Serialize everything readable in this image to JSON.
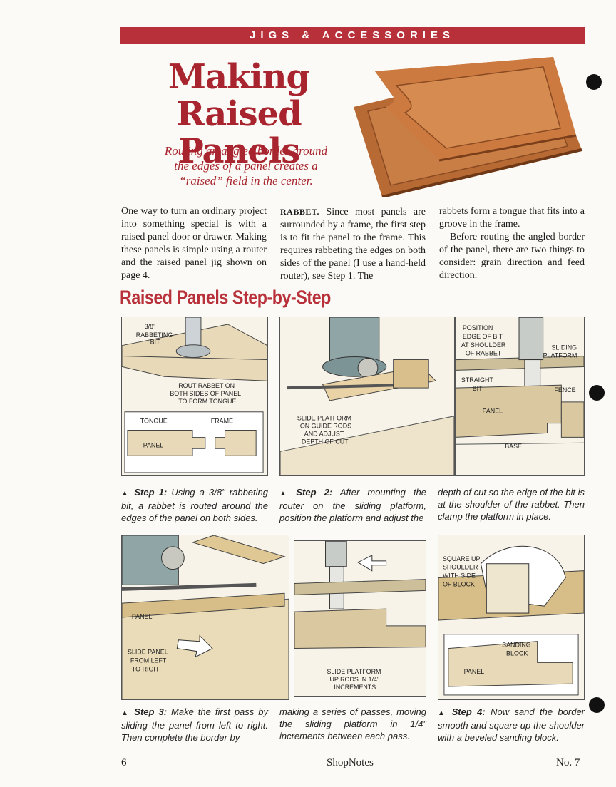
{
  "header": {
    "banner": "JIGS & ACCESSORIES"
  },
  "article": {
    "title_lines": [
      "Making",
      "Raised Panels"
    ],
    "subtitle_lines": [
      "Routing an angled border around",
      "the edges of a panel creates a",
      "“raised” field in the center."
    ],
    "col1": "One way to turn an ordinary project into something special is with a raised panel door or drawer. Making these panels is simple using a router and the raised panel jig shown on page 4.",
    "col2_lead": "RABBET.",
    "col2": " Since most panels are surrounded by a frame, the first step is to fit the panel to the frame. This requires rabbeting the edges on both sides of the panel (I use a hand-held router), see Step 1. The",
    "col3_p1": "rabbets form a tongue that fits into a groove in the frame.",
    "col3_p2": "Before routing the angled border of the panel, there are two things to consider: grain direction and feed direction."
  },
  "section_title": "Raised Panels Step-by-Step",
  "figures": {
    "fig1": {
      "bit": "3/8\"",
      "bit2": "RABBETING",
      "bit3": "BIT",
      "rout1": "ROUT RABBET ON",
      "rout2": "BOTH SIDES OF PANEL",
      "rout3": "TO FORM TONGUE",
      "tongue": "TONGUE",
      "frame": "FRAME",
      "panel": "PANEL"
    },
    "fig2": {
      "l1": "SLIDE PLATFORM",
      "l2": "ON GUIDE RODS",
      "l3": "AND ADJUST",
      "l4": "DEPTH OF CUT"
    },
    "fig3": {
      "p1": "POSITION",
      "p2": "EDGE OF BIT",
      "p3": "AT SHOULDER",
      "p4": "OF RABBET",
      "s1": "SLIDING",
      "s2": "PLATFORM",
      "st1": "STRAIGHT",
      "st2": "BIT",
      "fence": "FENCE",
      "panel": "PANEL",
      "base": "BASE"
    },
    "fig4": {
      "panel": "PANEL",
      "s1": "SLIDE PANEL",
      "s2": "FROM LEFT",
      "s3": "TO RIGHT"
    },
    "fig5": {
      "l1": "SLIDE PLATFORM",
      "l2": "UP RODS IN 1/4\"",
      "l3": "INCREMENTS"
    },
    "fig6": {
      "q1": "SQUARE UP",
      "q2": "SHOULDER",
      "q3": "WITH SIDE",
      "q4": "OF BLOCK",
      "sb1": "SANDING",
      "sb2": "BLOCK",
      "panel": "PANEL"
    }
  },
  "captions": {
    "step1_label": "Step 1:",
    "step1": " Using a 3/8\" rabbeting bit, a rabbet is routed around the edges of the panel on both sides.",
    "step2_label": "Step 2:",
    "step2": " After mounting the router on the sliding platform, position the platform and adjust the",
    "step2_cont": "depth of cut so the edge of the bit is at the shoulder of the rabbet. Then clamp the platform in place.",
    "step3_label": "Step 3:",
    "step3": " Make the first pass by sliding the panel from left to right. Then complete the border by",
    "step3_cont": "making a series of passes, moving the sliding platform in 1/4\" increments between each pass.",
    "step4_label": "Step 4:",
    "step4": " Now sand the border smooth and square up the shoulder with a beveled sanding block."
  },
  "footer": {
    "page": "6",
    "magazine": "ShopNotes",
    "issue": "No. 7"
  },
  "colors": {
    "accent": "#b8313a",
    "title": "#a8252f",
    "wood": "#c8753c",
    "fig_bg": "#f7f3e8"
  }
}
